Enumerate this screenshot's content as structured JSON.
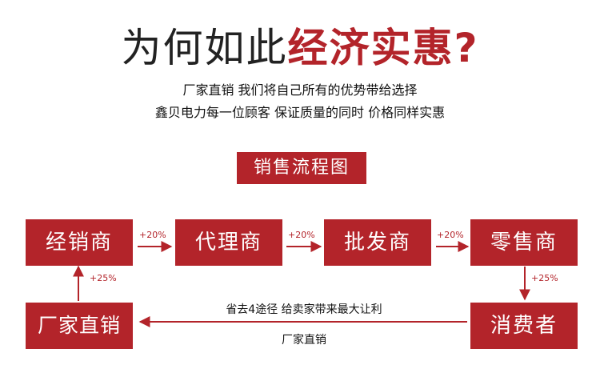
{
  "headline": {
    "dark": "为何如此",
    "red": "经济实惠",
    "mark": "?"
  },
  "subtitle": {
    "line1": "厂家直销 我们将自己所有的优势带给选择",
    "line2": "鑫贝电力每一位顾客 保证质量的同时 价格同样实惠"
  },
  "banner": "销售流程图",
  "nodes": {
    "dealer": "经销商",
    "agent": "代理商",
    "wholesaler": "批发商",
    "retailer": "零售商",
    "factory": "厂家直销",
    "consumer": "消费者"
  },
  "markups": {
    "dealer_to_agent": "+20%",
    "agent_to_wholesaler": "+20%",
    "wholesaler_to_retailer": "+20%",
    "retailer_to_consumer": "+25%",
    "factory_to_dealer": "+25%"
  },
  "direct_route": {
    "top_note": "省去4途径 给卖家带来最大让利",
    "bottom_note": "厂家直销"
  },
  "colors": {
    "accent": "#b3242a",
    "text": "#222222"
  }
}
